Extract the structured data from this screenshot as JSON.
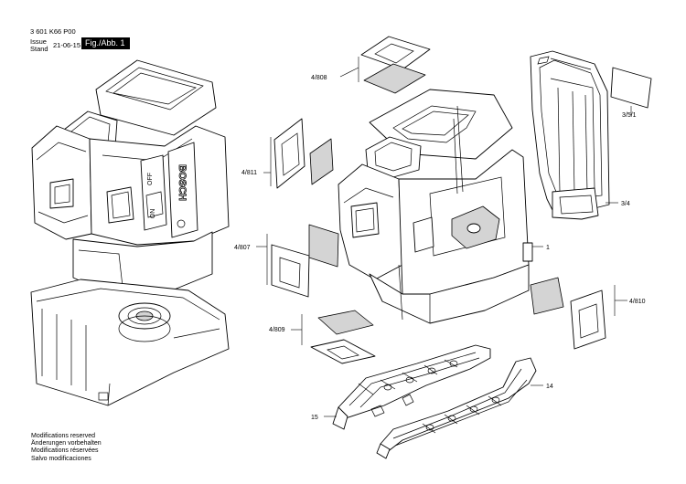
{
  "header": {
    "part_number": "3 601 K66 P00",
    "issue_label": "Issue",
    "stand_label": "Stand",
    "date": "21-06-15",
    "figure": "Fig./Abb. 1"
  },
  "callouts": {
    "c808": "4/808",
    "c811": "4/811",
    "c807": "4/807",
    "c809": "4/809",
    "c1": "1",
    "c351": "3/5/1",
    "c34": "3/4",
    "c810": "4/810",
    "c15": "15",
    "c14": "14"
  },
  "tool_markings": {
    "brand": "BOSCH",
    "off_label": "OFF",
    "on_label": "ON"
  },
  "footer": [
    "Modifications reserved",
    "Änderungen vorbehalten",
    "Modifications réservées",
    "Salvo modificaciones"
  ]
}
